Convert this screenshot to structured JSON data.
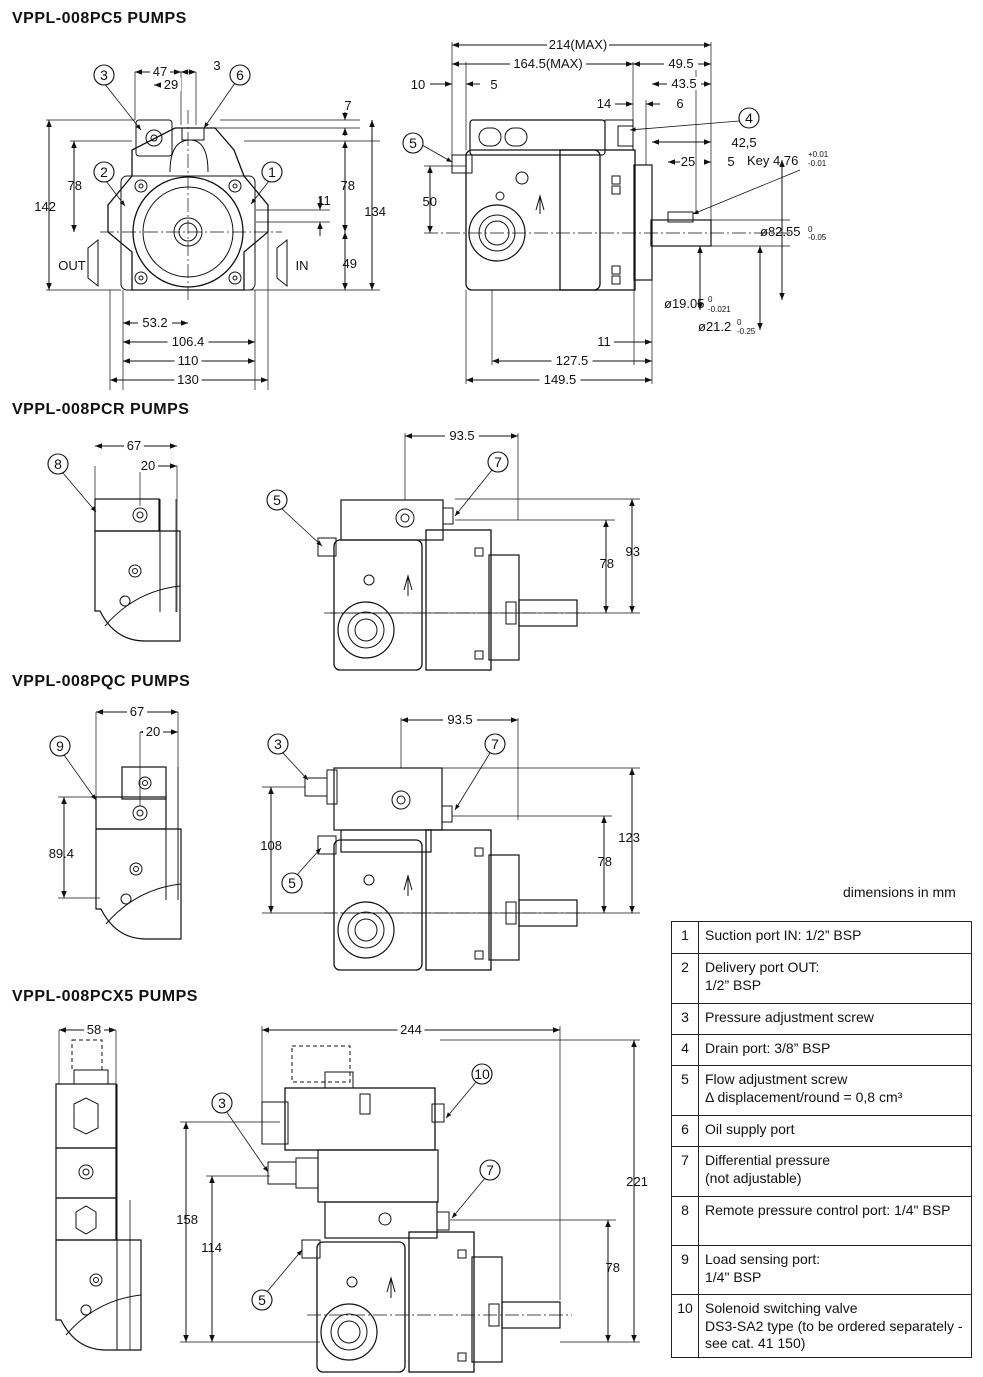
{
  "sections": [
    {
      "title": "VPPL-008PC5 PUMPS"
    },
    {
      "title": "VPPL-008PCR  PUMPS"
    },
    {
      "title": "VPPL-008PQC PUMPS"
    },
    {
      "title": "VPPL-008PCX5 PUMPS"
    }
  ],
  "pc5_front": {
    "dims": [
      "47",
      "3",
      "29",
      "7",
      "78",
      "142",
      "78",
      "134",
      "11",
      "49",
      "53.2",
      "106.4",
      "110",
      "130"
    ],
    "callouts": [
      "3",
      "6",
      "2",
      "1"
    ],
    "port_out": "OUT",
    "port_in": "IN"
  },
  "pc5_side": {
    "dims": [
      "214(MAX)",
      "164.5(MAX)",
      "49.5",
      "10",
      "5",
      "43.5",
      "14",
      "6",
      "42,5",
      "25",
      "5",
      "50",
      "11",
      "127.5",
      "149.5"
    ],
    "key": "Key 4.76",
    "key_tol_upper": "+0.01",
    "key_tol_lower": "-0.01",
    "dia1": "ø82.55",
    "dia1_tol_upper": "0",
    "dia1_tol_lower": "-0.05",
    "dia2": "ø19.05",
    "dia2_tol_upper": "0",
    "dia2_tol_lower": "-0.021",
    "dia3": "ø21.2",
    "dia3_tol_upper": "0",
    "dia3_tol_lower": "-0.25",
    "callouts": [
      "5",
      "4"
    ]
  },
  "pcr": {
    "dims": [
      "67",
      "20",
      "93.5",
      "78",
      "93"
    ],
    "callouts": [
      "8",
      "7",
      "5"
    ]
  },
  "pqc": {
    "dims": [
      "67",
      "20",
      "89.4",
      "93.5",
      "108",
      "78",
      "123"
    ],
    "callouts": [
      "9",
      "3",
      "7",
      "5"
    ]
  },
  "pcx5": {
    "dims": [
      "58",
      "244",
      "158",
      "114",
      "221",
      "78"
    ],
    "callouts": [
      "10",
      "3",
      "7",
      "5"
    ]
  },
  "units_note": "dimensions in mm",
  "legend": [
    {
      "num": "1",
      "text": "Suction port IN: 1/2” BSP"
    },
    {
      "num": "2",
      "text": "Delivery port OUT:\n1/2” BSP"
    },
    {
      "num": "3",
      "text": "Pressure adjustment screw"
    },
    {
      "num": "4",
      "text": "Drain port: 3/8” BSP"
    },
    {
      "num": "5",
      "text": "Flow adjustment screw\nΔ displacement/round = 0,8 cm³"
    },
    {
      "num": "6",
      "text": "Oil supply port"
    },
    {
      "num": "7",
      "text": "Differential pressure\n(not adjustable)"
    },
    {
      "num": "8",
      "text": "Remote pressure control port: 1/4\" BSP"
    },
    {
      "num": "9",
      "text": "Load sensing port:\n1/4\" BSP"
    },
    {
      "num": "10",
      "text": "Solenoid switching valve\nDS3-SA2 type (to be ordered separately - see cat. 41 150)"
    }
  ]
}
